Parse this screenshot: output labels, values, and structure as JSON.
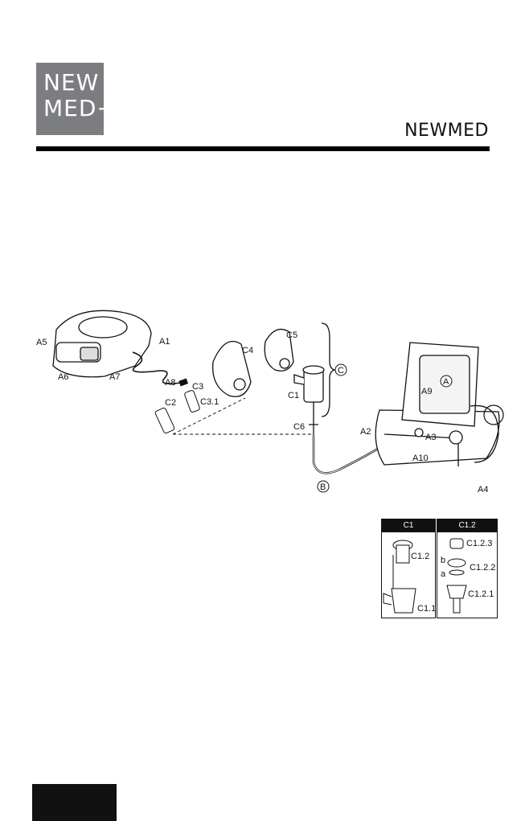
{
  "logo": {
    "line1": "NEW",
    "line2": "MED+"
  },
  "brand": "NEWMED",
  "figure": {
    "labels": {
      "a1": "A1",
      "a2": "A2",
      "a3": "A3",
      "a4": "A4",
      "a5": "A5",
      "a6": "A6",
      "a7": "A7",
      "a8": "A8",
      "a9": "A9",
      "a10": "A10",
      "c1": "C1",
      "c2": "C2",
      "c3": "C3",
      "c31": "C3.1",
      "c4": "C4",
      "c5": "C5",
      "c6": "C6",
      "circle_a": "A",
      "circle_b": "B",
      "circle_c": "C"
    }
  },
  "inset_c1": {
    "title": "C1",
    "c12": "C1.2",
    "c11": "C1.1"
  },
  "inset_c12": {
    "title": "C1.2",
    "c123": "C1.2.3",
    "b": "b",
    "a": "a",
    "c122": "C1.2.2",
    "c121": "C1.2.1"
  }
}
